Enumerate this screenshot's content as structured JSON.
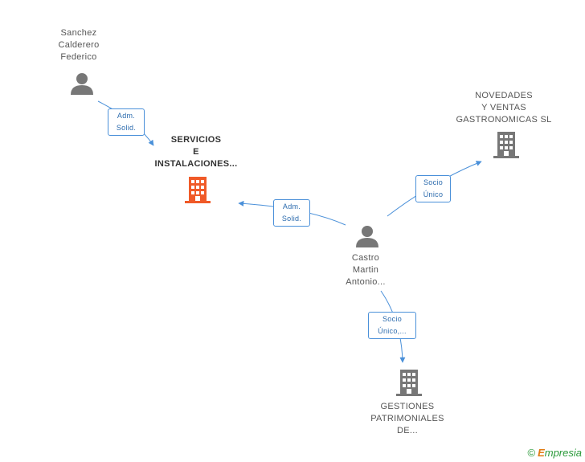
{
  "nodes": {
    "sanchez": {
      "lines": [
        "Sanchez",
        "Calderero",
        "Federico"
      ],
      "type": "person"
    },
    "servicios": {
      "lines": [
        "SERVICIOS",
        "E",
        "INSTALACIONES..."
      ],
      "type": "company",
      "highlight": true
    },
    "novedades": {
      "lines": [
        "NOVEDADES",
        "Y VENTAS",
        "GASTRONOMICAS SL"
      ],
      "type": "company"
    },
    "castro": {
      "lines": [
        "Castro",
        "Martin",
        "Antonio..."
      ],
      "type": "person"
    },
    "gestiones": {
      "lines": [
        "GESTIONES",
        "PATRIMONIALES",
        "DE..."
      ],
      "type": "company"
    }
  },
  "edges": {
    "sanchez_servicios": {
      "lines": [
        "Adm.",
        "Solid."
      ]
    },
    "castro_servicios": {
      "lines": [
        "Adm.",
        "Solid."
      ]
    },
    "castro_novedades": {
      "lines": [
        "Socio",
        "Único"
      ]
    },
    "castro_gestiones": {
      "lines": [
        "Socio",
        "Único,..."
      ]
    }
  },
  "footer": {
    "copyright": "©",
    "brand_initial": "E",
    "brand_rest": "mpresia"
  },
  "colors": {
    "edge": "#4a90d9",
    "icon": "#777777",
    "highlight": "#f05a28"
  }
}
